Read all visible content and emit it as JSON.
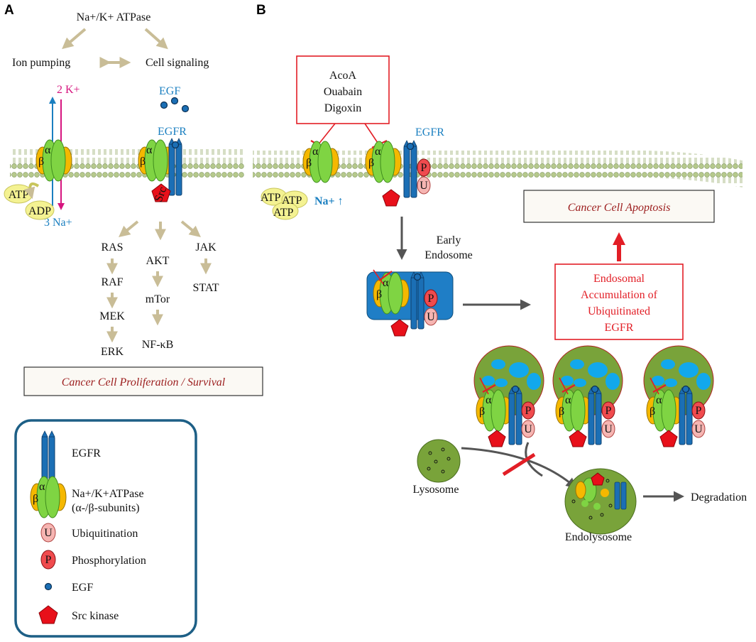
{
  "panels": {
    "a": "A",
    "b": "B"
  },
  "panel_a": {
    "title": "Na+/K+ ATPase",
    "ion_pumping": "Ion pumping",
    "cell_signaling": "Cell signaling",
    "k_ions": "2 K+",
    "na_ions": "3 Na+",
    "egf": "EGF",
    "egfr": "EGFR",
    "alpha": "α",
    "beta": "β",
    "atp": "ATP",
    "adp": "ADP",
    "src": "Src",
    "pathways": {
      "ras_chain": [
        "RAS",
        "RAF",
        "MEK",
        "ERK"
      ],
      "akt_chain": [
        "AKT",
        "mTor",
        "NF-κB"
      ],
      "jak_chain": [
        "JAK",
        "STAT"
      ]
    },
    "outcome": "Cancer Cell Proliferation / Survival"
  },
  "legend": {
    "egfr": "EGFR",
    "atpase_line1": "Na+/K+ATPase",
    "atpase_line2": "(α-/β-subunits)",
    "ubiquitination": "Ubiquitination",
    "phosphorylation": "Phosphorylation",
    "egf": "EGF",
    "src_kinase": "Src kinase",
    "u_symbol": "U",
    "p_symbol": "P",
    "alpha": "α",
    "beta": "β"
  },
  "panel_b": {
    "inhibitors": [
      "AcoA",
      "Ouabain",
      "Digoxin"
    ],
    "egfr": "EGFR",
    "na_up": "Na+ ↑",
    "atp": "ATP",
    "early_endosome_line1": "Early",
    "early_endosome_line2": "Endosome",
    "apoptosis": "Cancer Cell Apoptosis",
    "accumulation": [
      "Endosomal",
      "Accumulation of",
      "Ubiquitinated",
      "EGFR"
    ],
    "lysosome": "Lysosome",
    "endolysosome": "Endolysosome",
    "degradation": "Degradation",
    "alpha": "α",
    "beta": "β",
    "p_symbol": "P",
    "u_symbol": "U"
  },
  "colors": {
    "inhibition_red": "#e21e26",
    "egfr_blue": "#1b6fb5",
    "atpase_green": "#7dd442",
    "beta_yellow": "#f5b800",
    "membrane_green": "#b7c98a",
    "endosome_blue": "#1f7ec6",
    "vesicle_green": "#79a33a",
    "arrow_tan": "#c9bd97",
    "arrow_gray": "#555555",
    "outcome_red": "#9b1c1c"
  }
}
